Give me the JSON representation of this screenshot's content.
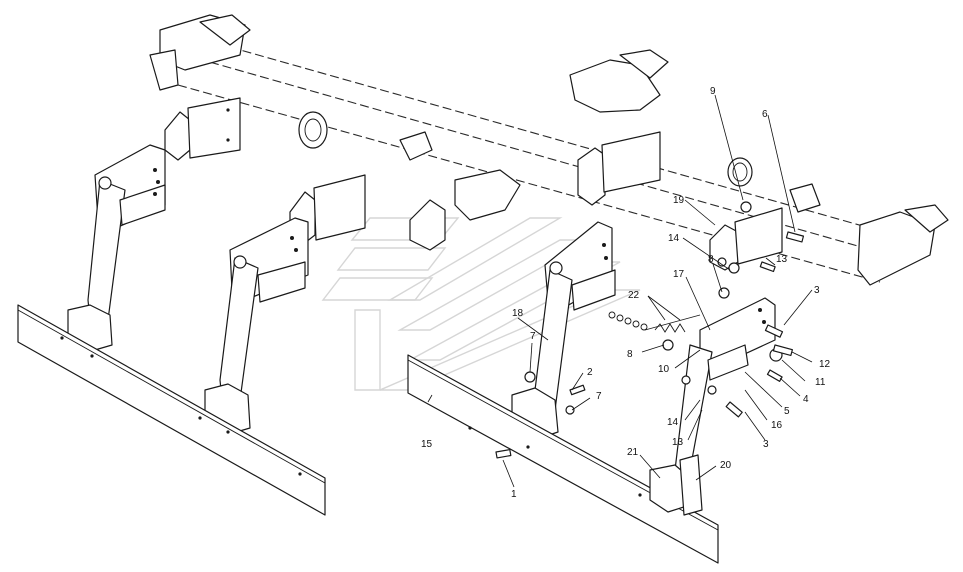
{
  "diagram": {
    "callouts": [
      {
        "id": "c1",
        "text": "1"
      },
      {
        "id": "c2",
        "text": "2"
      },
      {
        "id": "c3a",
        "text": "3"
      },
      {
        "id": "c3b",
        "text": "3"
      },
      {
        "id": "c4",
        "text": "4"
      },
      {
        "id": "c5",
        "text": "5"
      },
      {
        "id": "c6",
        "text": "6"
      },
      {
        "id": "c7a",
        "text": "7"
      },
      {
        "id": "c7b",
        "text": "7"
      },
      {
        "id": "c8a",
        "text": "8"
      },
      {
        "id": "c8b",
        "text": "8"
      },
      {
        "id": "c9",
        "text": "9"
      },
      {
        "id": "c10",
        "text": "10"
      },
      {
        "id": "c11",
        "text": "11"
      },
      {
        "id": "c12",
        "text": "12"
      },
      {
        "id": "c13a",
        "text": "13"
      },
      {
        "id": "c13b",
        "text": "13"
      },
      {
        "id": "c14a",
        "text": "14"
      },
      {
        "id": "c14b",
        "text": "14"
      },
      {
        "id": "c15",
        "text": "15"
      },
      {
        "id": "c16",
        "text": "16"
      },
      {
        "id": "c17",
        "text": "17"
      },
      {
        "id": "c18",
        "text": "18"
      },
      {
        "id": "c19",
        "text": "19"
      },
      {
        "id": "c20",
        "text": "20"
      },
      {
        "id": "c21",
        "text": "21"
      },
      {
        "id": "c22",
        "text": "22"
      }
    ]
  }
}
